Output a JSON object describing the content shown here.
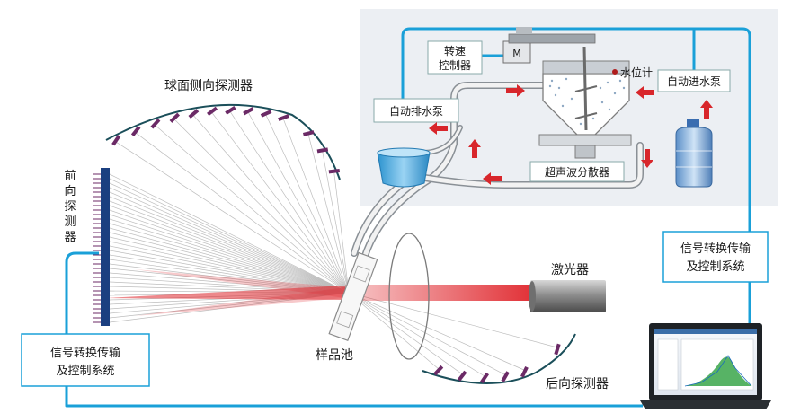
{
  "labels": {
    "spherical_detector": "球面侧向探测器",
    "front_detector": [
      "前",
      "向",
      "探",
      "测",
      "器"
    ],
    "back_detector": "后向探测器",
    "laser": "激光器",
    "sample_cell": "样品池",
    "signal_left": [
      "信号转换传输",
      "及控制系统"
    ],
    "signal_right": [
      "信号转换传输",
      "及控制系统"
    ],
    "speed_controller": [
      "转速",
      "控制器"
    ],
    "motor_symbol": "M",
    "water_level": "水位计",
    "auto_inlet_pump": "自动进水泵",
    "auto_drain_pump": "自动排水泵",
    "ultrasonic_disperser": "超声波分散器"
  },
  "colors": {
    "panel_bg": "#eceff3",
    "cable": "#1aa0d8",
    "laser_red": "#e0282e",
    "detector_navy": "#1b3f80",
    "detector_purple": "#6b2a66",
    "flow_arrow": "#d8262b"
  }
}
